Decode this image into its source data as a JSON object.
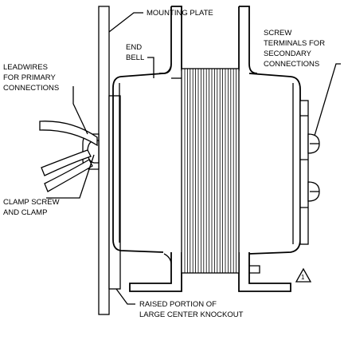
{
  "labels": {
    "mounting_plate": "MOUNTING PLATE",
    "end_bell_1": "END",
    "end_bell_2": "BELL",
    "screw_1": "SCREW",
    "screw_2": "TERMINALS FOR",
    "screw_3": "SECONDARY",
    "screw_4": "CONNECTIONS",
    "lead_1": "LEADWIRES",
    "lead_2": "FOR PRIMARY",
    "lead_3": "CONNECTIONS",
    "clamp_1": "CLAMP SCREW",
    "clamp_2": "AND CLAMP",
    "raised_1": "RAISED PORTION OF",
    "raised_2": "LARGE CENTER KNOCKOUT",
    "note_marker": "1"
  }
}
